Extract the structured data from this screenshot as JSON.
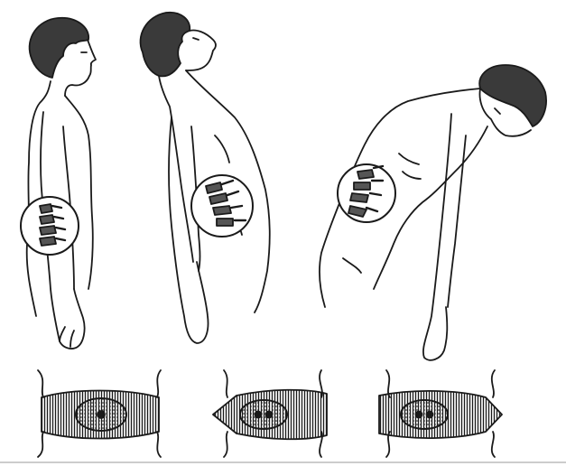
{
  "figure": {
    "panels": [
      {
        "posture": "upright-standing",
        "spine_inset": "lumbar-vertebrae-neutral",
        "disc": "neutral-disc"
      },
      {
        "posture": "extension-backward-lean",
        "spine_inset": "lumbar-vertebrae-extension",
        "disc": "disc-compressed-posterior"
      },
      {
        "posture": "flexion-forward-bend",
        "spine_inset": "lumbar-vertebrae-flexion",
        "disc": "disc-compressed-anterior"
      }
    ],
    "ink_color": "#1a1a1a",
    "paper_color": "#ffffff"
  }
}
